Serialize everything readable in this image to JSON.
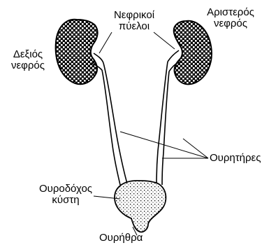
{
  "labels": {
    "renal_pelvis": [
      "Νεφρικοί",
      "πύελοι"
    ],
    "left_kidney": [
      "Αριστερός",
      "νεφρός"
    ],
    "right_kidney": [
      "Δεξιός",
      "νεφρός"
    ],
    "ureters": "Ουρητήρες",
    "bladder": [
      "Ουροδόχος",
      "κύστη"
    ],
    "urethra": "Ουρήθρα"
  },
  "colors": {
    "ink": "#000000",
    "background": "#ffffff"
  }
}
